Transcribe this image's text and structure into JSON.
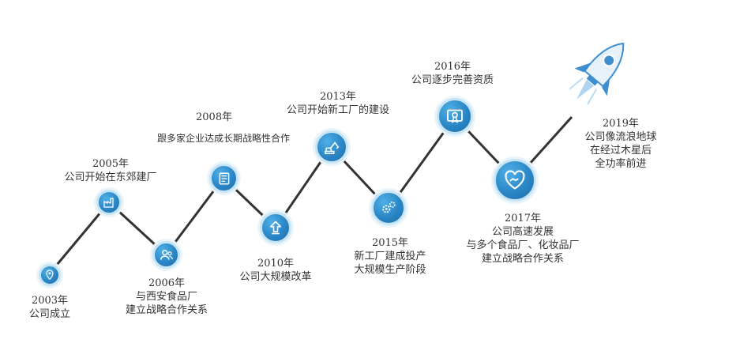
{
  "milestones": [
    {
      "year": "2003年",
      "lines": [
        "公司成立"
      ],
      "icon": "location-pin-icon"
    },
    {
      "year": "2005年",
      "lines": [
        "公司开始在东郊建厂"
      ],
      "icon": "factory-icon"
    },
    {
      "year": "2006年",
      "lines": [
        "与西安食品厂",
        "建立战略合作关系"
      ],
      "icon": "users-icon"
    },
    {
      "year": "2008年",
      "lines": [
        "跟多家企业达成长期战略性合作"
      ],
      "icon": "document-icon"
    },
    {
      "year": "2010年",
      "lines": [
        "公司大规模改革"
      ],
      "icon": "upload-arrow-icon"
    },
    {
      "year": "2013年",
      "lines": [
        "公司开始新工厂的建设"
      ],
      "icon": "excavator-icon"
    },
    {
      "year": "2015年",
      "lines": [
        "新工厂建成投产",
        "大规模生产阶段"
      ],
      "icon": "gears-icon"
    },
    {
      "year": "2016年",
      "lines": [
        "公司逐步完善资质"
      ],
      "icon": "certificate-icon"
    },
    {
      "year": "2017年",
      "lines": [
        "公司高速发展",
        "与多个食品厂、化妆品厂",
        "建立战略合作关系"
      ],
      "icon": "handshake-heart-icon"
    },
    {
      "year": "2019年",
      "lines": [
        "公司像流浪地球",
        "在经过木星后",
        "全功率前进"
      ],
      "icon": "rocket-icon"
    }
  ],
  "colors": {
    "line": "#333333",
    "node": "#2a86c6",
    "ring": "#c7e4f5",
    "rocket": "#3d8fd0"
  }
}
